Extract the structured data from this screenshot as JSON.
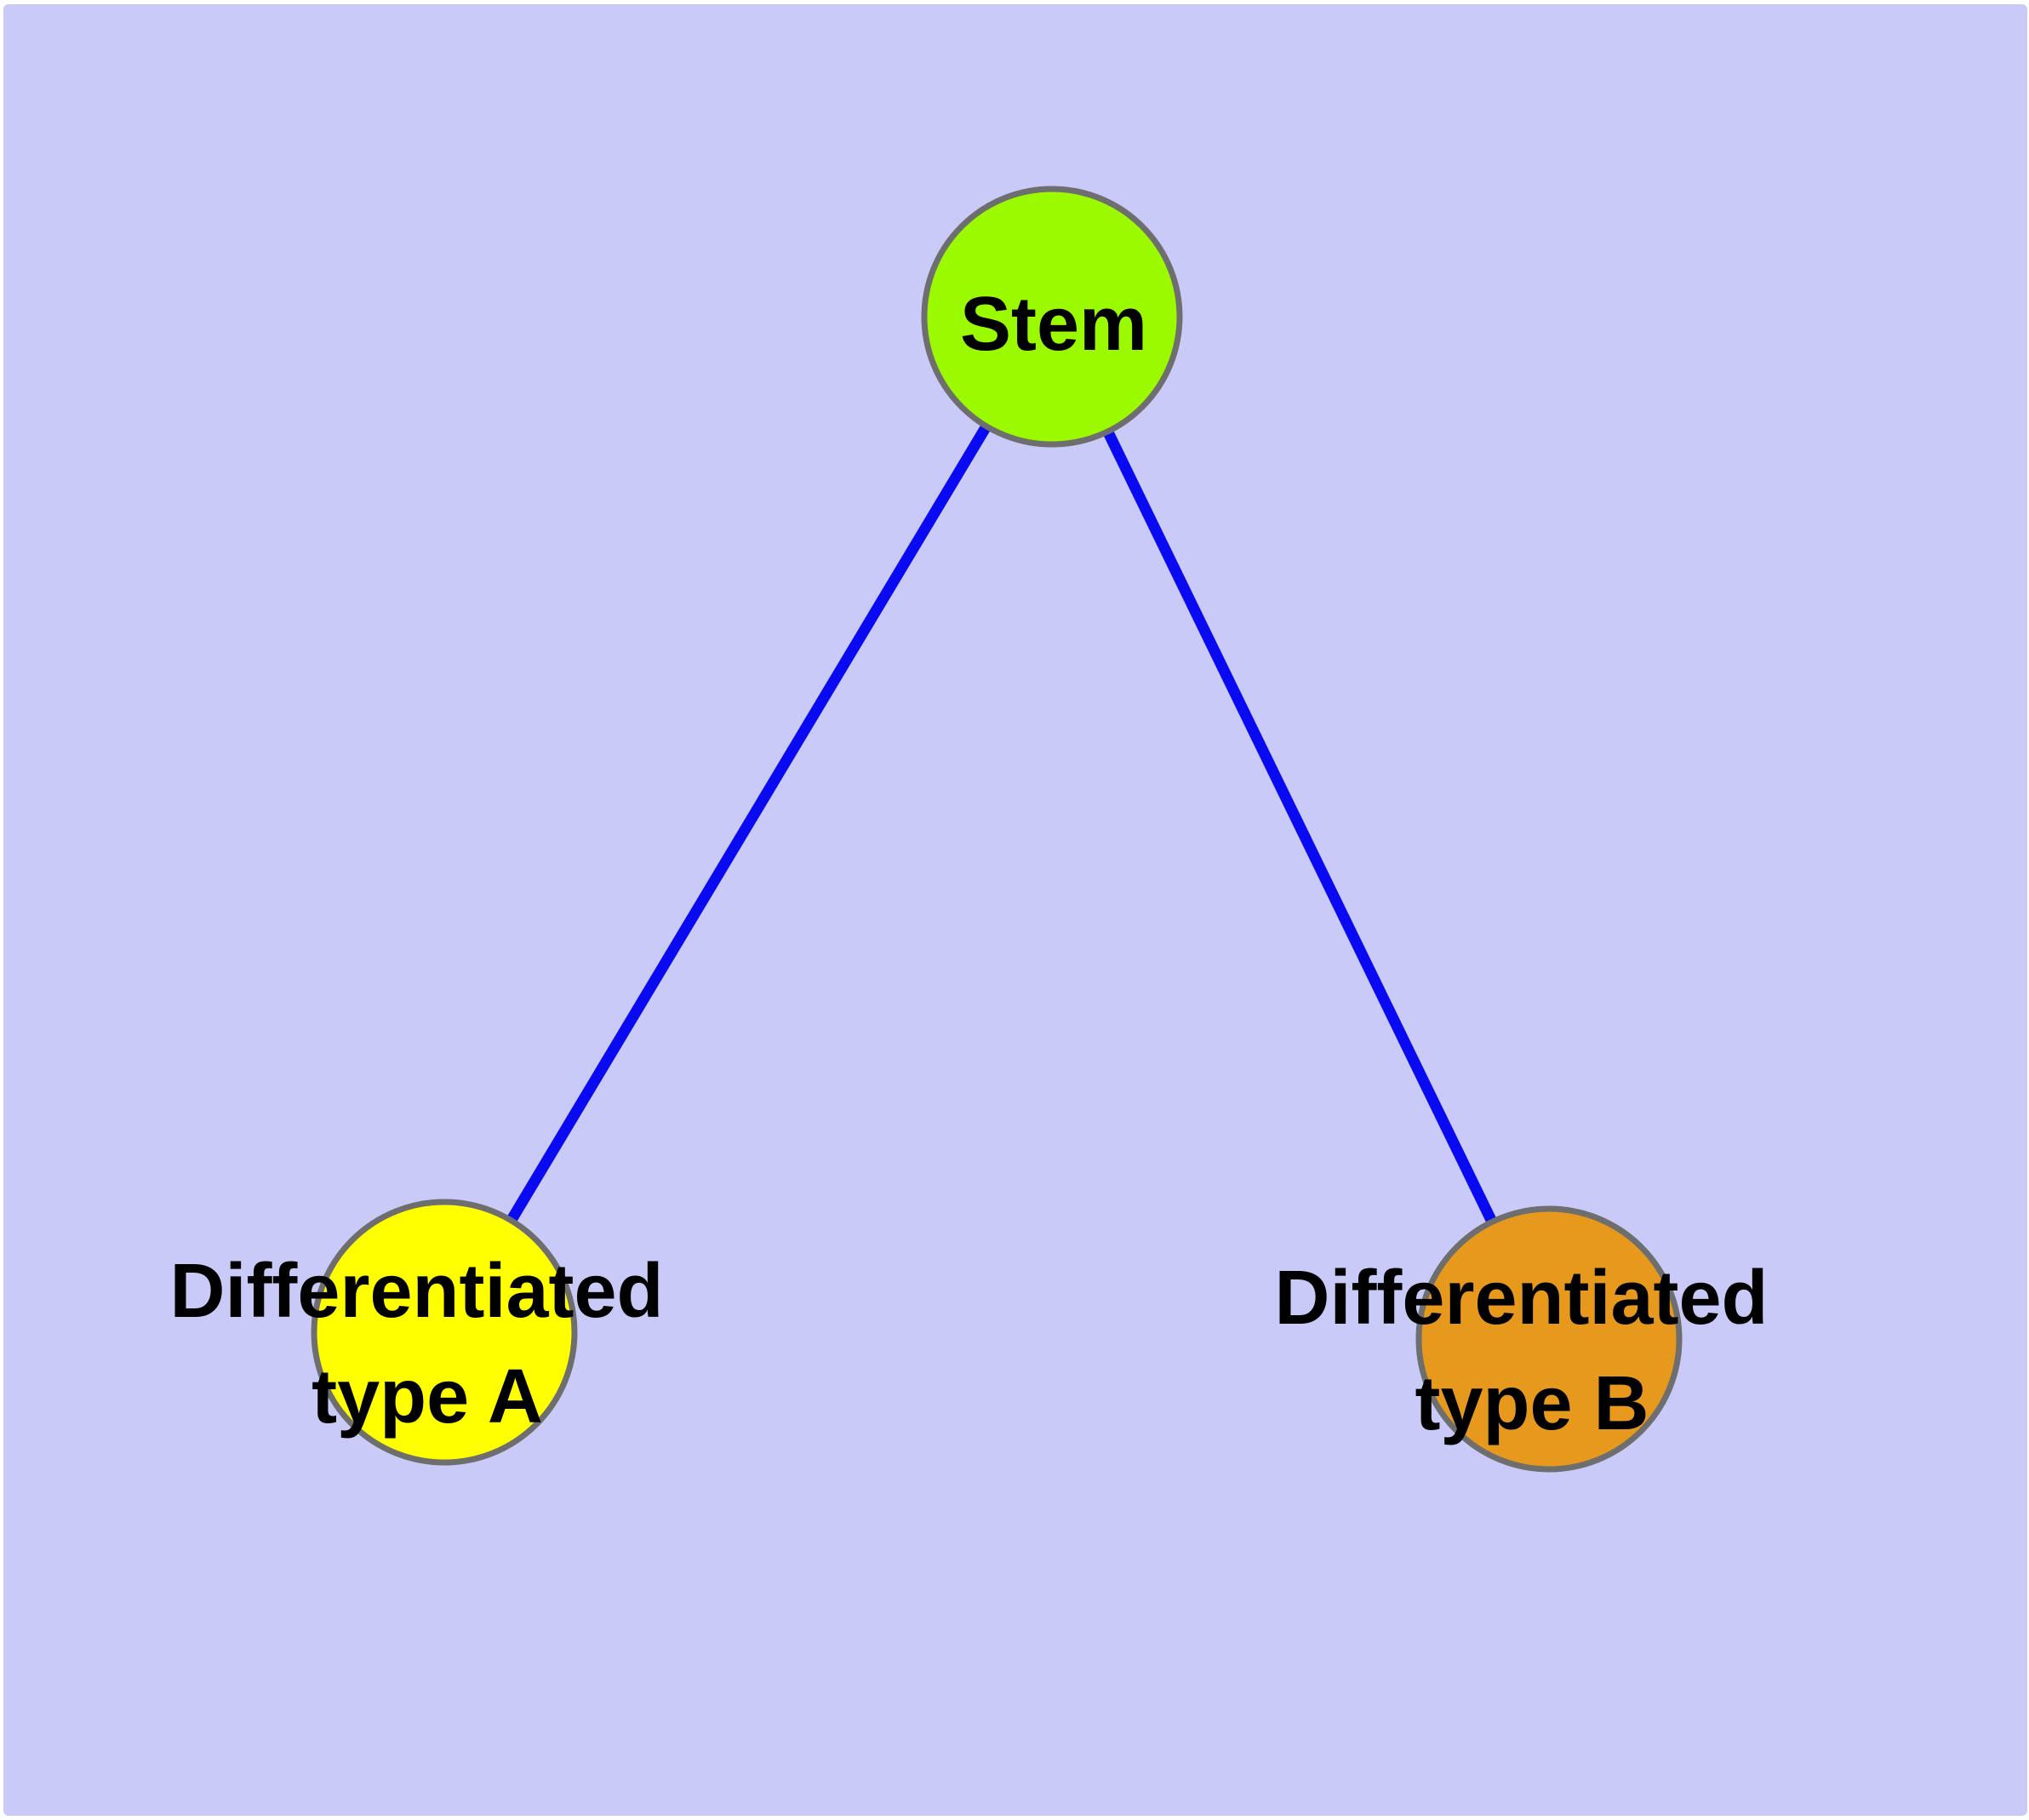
{
  "graph": {
    "background_color": "#cacaf8",
    "frame_color": "#ffffff",
    "edge_color": "#0a0af2",
    "node_border_color": "#6e6e6e",
    "label_color": "#000000",
    "nodes": [
      {
        "id": "stem",
        "label": "Stem",
        "lines": [
          "Stem"
        ],
        "color": "#9bfa00"
      },
      {
        "id": "differentiated-type-a",
        "label": "Differentiated type A",
        "lines": [
          "Differentiated",
          "type A"
        ],
        "color": "#ffff00"
      },
      {
        "id": "differentiated-type-b",
        "label": "Differentiated type B",
        "lines": [
          "Differentiated",
          "type B"
        ],
        "color": "#e7991e"
      }
    ],
    "edges": [
      {
        "from": "stem",
        "to": "differentiated-type-a"
      },
      {
        "from": "stem",
        "to": "differentiated-type-b"
      }
    ]
  }
}
